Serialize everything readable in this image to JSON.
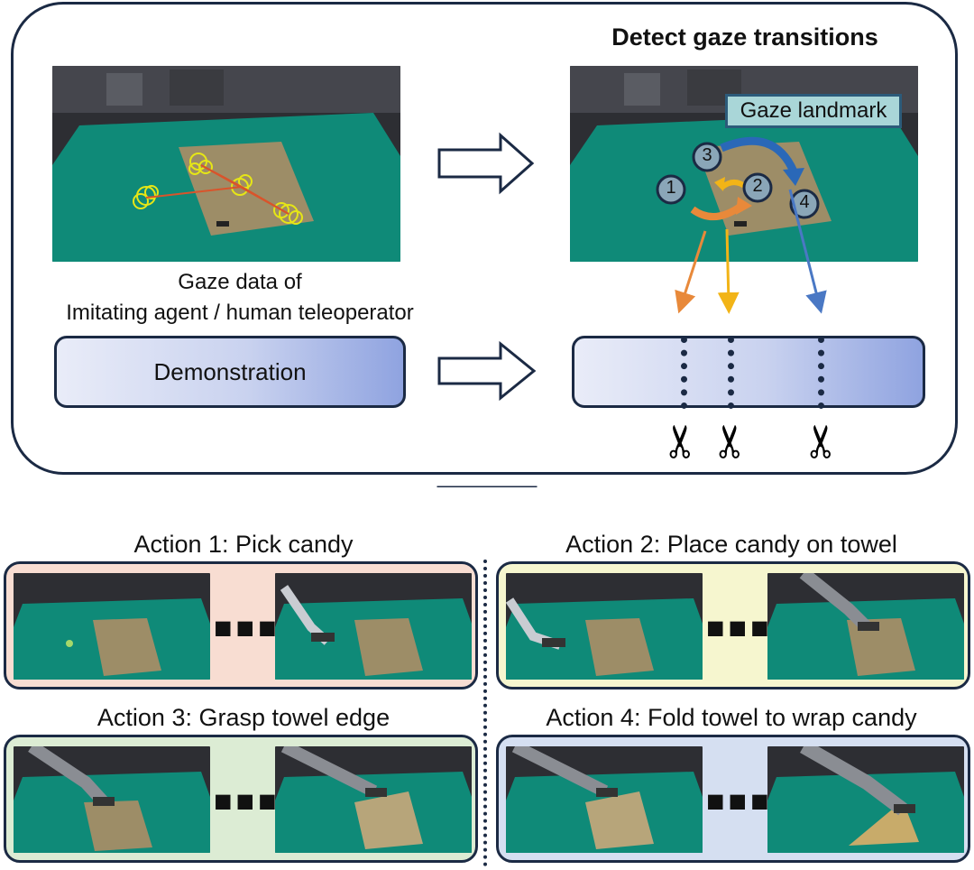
{
  "top": {
    "title": "Detect gaze transitions",
    "caption_line1": "Gaze data of",
    "caption_line2": "Imitating agent / human teleoperator",
    "demonstration_label": "Demonstration",
    "landmark_label": "Gaze landmark",
    "gaze_steps": [
      "1",
      "2",
      "3",
      "4"
    ],
    "scissors_glyph": "✂",
    "arrow_colors": [
      "#e8893a",
      "#f2b417",
      "#4a78c4"
    ]
  },
  "actions": [
    {
      "title": "Action 1: Pick candy",
      "ellipsis": "■■■",
      "panel_color": "#f8ddd2"
    },
    {
      "title": "Action 2: Place candy on towel",
      "ellipsis": "■■■",
      "panel_color": "#f6f6cf"
    },
    {
      "title": "Action 3: Grasp towel edge",
      "ellipsis": "■■■",
      "panel_color": "#dcecd4"
    },
    {
      "title": "Action 4: Fold towel to wrap candy",
      "ellipsis": "■■■",
      "panel_color": "#d5dff1"
    }
  ]
}
